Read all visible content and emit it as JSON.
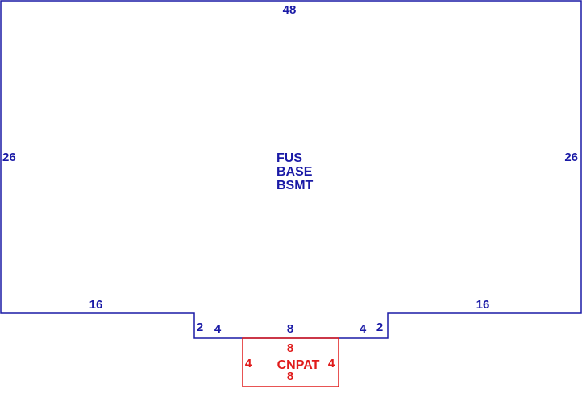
{
  "colors": {
    "main_outline": "#1a1aa6",
    "patio_outline": "#e01b1b"
  },
  "main_area": {
    "labels": [
      "FUS",
      "BASE",
      "BSMT"
    ],
    "dimensions": {
      "top": "48",
      "left": "26",
      "right": "26",
      "bottom_left": "16",
      "bottom_right": "16",
      "step_left_height": "2",
      "step_left_width": "4",
      "step_bottom": "8",
      "step_right_width": "4",
      "step_right_height": "2"
    }
  },
  "patio_area": {
    "label": "CNPAT",
    "dimensions": {
      "top": "8",
      "bottom": "8",
      "left": "4",
      "right": "4"
    }
  }
}
